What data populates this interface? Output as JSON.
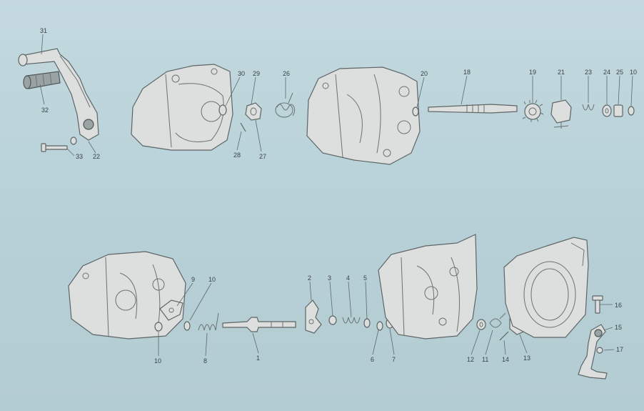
{
  "colors": {
    "background": "#b9d3da",
    "part_fill": "#dcdfdd",
    "part_outline": "#5d6566",
    "label_text": "#3b4344"
  },
  "callouts": {
    "n31": "31",
    "n32": "32",
    "n33": "33",
    "n22": "22",
    "n30": "30",
    "n29": "29",
    "n26": "26",
    "n28": "28",
    "n27": "27",
    "n20": "20",
    "n18": "18",
    "n19": "19",
    "n21": "21",
    "n23": "23",
    "n24": "24",
    "n25": "25",
    "n10_top": "10",
    "n9": "9",
    "n10_left": "10",
    "n10_bottom": "10",
    "n8": "8",
    "n1": "1",
    "n2": "2",
    "n3": "3",
    "n4": "4",
    "n5": "5",
    "n6": "6",
    "n7": "7",
    "n12": "12",
    "n11": "11",
    "n14": "14",
    "n13": "13",
    "n16": "16",
    "n15": "15",
    "n17": "17"
  }
}
